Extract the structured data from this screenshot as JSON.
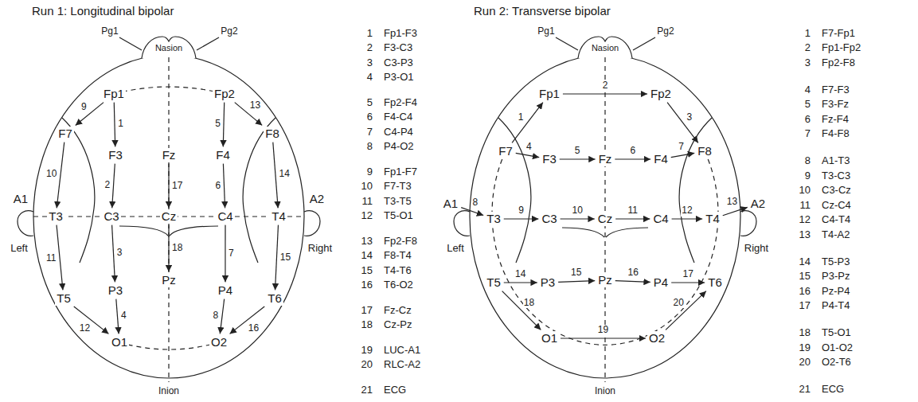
{
  "diagram": {
    "nodes": [
      {
        "text": [
          "Fp1"
        ]
      },
      {
        "text": [
          "Fp2"
        ]
      },
      {
        "text": [
          "F7"
        ]
      },
      {
        "text": [
          "F3"
        ]
      },
      {
        "text": [
          "Fz"
        ]
      },
      {
        "text": [
          "F4"
        ]
      },
      {
        "text": [
          "F8"
        ]
      },
      {
        "text": [
          "A1"
        ]
      },
      {
        "text": [
          "T3"
        ]
      },
      {
        "text": [
          "C3"
        ]
      },
      {
        "text": [
          "Cz"
        ]
      },
      {
        "text": [
          "C4"
        ]
      },
      {
        "text": [
          "T4"
        ]
      },
      {
        "text": [
          "A2"
        ]
      },
      {
        "text": [
          "T5"
        ]
      },
      {
        "text": [
          "P3"
        ]
      },
      {
        "text": [
          "Pz"
        ]
      },
      {
        "text": [
          "P4"
        ]
      },
      {
        "text": [
          "T6"
        ]
      },
      {
        "text": [
          "O1"
        ]
      },
      {
        "text": [
          "O2"
        ]
      },
      {
        "text": [
          "Fp1"
        ]
      },
      {
        "text": [
          "Fp2"
        ]
      },
      {
        "text": [
          "F7"
        ]
      },
      {
        "text": [
          "F3"
        ]
      },
      {
        "text": [
          "Fz"
        ]
      },
      {
        "text": [
          "F4"
        ]
      },
      {
        "text": [
          "F8"
        ]
      },
      {
        "text": [
          "A1"
        ]
      },
      {
        "text": [
          "T3"
        ]
      },
      {
        "text": [
          "C3"
        ]
      },
      {
        "text": [
          "Cz"
        ]
      },
      {
        "text": [
          "C4"
        ]
      },
      {
        "text": [
          "T4"
        ]
      },
      {
        "text": [
          "A2"
        ]
      },
      {
        "text": [
          "T5"
        ]
      },
      {
        "text": [
          "P3"
        ]
      },
      {
        "text": [
          "Pz"
        ]
      },
      {
        "text": [
          "P4"
        ]
      },
      {
        "text": [
          "T6"
        ]
      },
      {
        "text": [
          "O1"
        ]
      },
      {
        "text": [
          "O2"
        ]
      }
    ],
    "edges": [
      {
        "from": 0,
        "to": 3,
        "arrow": "to",
        "label": "1"
      },
      {
        "from": 3,
        "to": 9,
        "arrow": "to",
        "label": "2"
      },
      {
        "from": 9,
        "to": 15,
        "arrow": "to",
        "label": "3"
      },
      {
        "from": 15,
        "to": 19,
        "arrow": "to",
        "label": "4"
      },
      {
        "from": 1,
        "to": 5,
        "arrow": "to",
        "label": "5"
      },
      {
        "from": 5,
        "to": 11,
        "arrow": "to",
        "label": "6"
      },
      {
        "from": 11,
        "to": 17,
        "arrow": "to",
        "label": "7"
      },
      {
        "from": 17,
        "to": 20,
        "arrow": "to",
        "label": "8"
      },
      {
        "from": 0,
        "to": 2,
        "arrow": "to",
        "label": "9"
      },
      {
        "from": 2,
        "to": 8,
        "arrow": "to",
        "label": "10"
      },
      {
        "from": 8,
        "to": 14,
        "arrow": "to",
        "label": "11"
      },
      {
        "from": 14,
        "to": 19,
        "arrow": "to",
        "label": "12"
      },
      {
        "from": 1,
        "to": 6,
        "arrow": "to",
        "label": "13"
      },
      {
        "from": 6,
        "to": 12,
        "arrow": "to",
        "label": "14"
      },
      {
        "from": 12,
        "to": 18,
        "arrow": "to",
        "label": "15"
      },
      {
        "from": 18,
        "to": 20,
        "arrow": "to",
        "label": "16"
      },
      {
        "from": 4,
        "to": 10,
        "arrow": "to",
        "label": "17"
      },
      {
        "from": 10,
        "to": 16,
        "arrow": "to",
        "label": "18"
      },
      {
        "from": 23,
        "to": 21,
        "arrow": "to",
        "label": "1"
      },
      {
        "from": 21,
        "to": 22,
        "arrow": "to",
        "label": "2"
      },
      {
        "from": 22,
        "to": 27,
        "arrow": "to",
        "label": "3"
      },
      {
        "from": 23,
        "to": 24,
        "arrow": "to",
        "label": "4"
      },
      {
        "from": 24,
        "to": 25,
        "arrow": "to",
        "label": "5"
      },
      {
        "from": 25,
        "to": 26,
        "arrow": "to",
        "label": "6"
      },
      {
        "from": 26,
        "to": 27,
        "arrow": "to",
        "label": "7"
      },
      {
        "from": 28,
        "to": 29,
        "arrow": "to",
        "label": "8"
      },
      {
        "from": 29,
        "to": 30,
        "arrow": "to",
        "label": "9"
      },
      {
        "from": 30,
        "to": 31,
        "arrow": "to",
        "label": "10"
      },
      {
        "from": 31,
        "to": 32,
        "arrow": "to",
        "label": "11"
      },
      {
        "from": 32,
        "to": 33,
        "arrow": "to",
        "label": "12"
      },
      {
        "from": 33,
        "to": 34,
        "arrow": "to",
        "label": "13"
      },
      {
        "from": 35,
        "to": 36,
        "arrow": "to",
        "label": "14"
      },
      {
        "from": 36,
        "to": 37,
        "arrow": "to",
        "label": "15"
      },
      {
        "from": 37,
        "to": 38,
        "arrow": "to",
        "label": "16"
      },
      {
        "from": 38,
        "to": 39,
        "arrow": "to",
        "label": "17"
      },
      {
        "from": 35,
        "to": 40,
        "arrow": "to",
        "label": "18"
      },
      {
        "from": 40,
        "to": 41,
        "arrow": "to",
        "label": "19"
      },
      {
        "from": 41,
        "to": 39,
        "arrow": "to",
        "label": "20"
      }
    ],
    "labels": [
      "Run 1: Longitudinal bipolar",
      "Pg1",
      "Pg2",
      "Nasion",
      "Left",
      "Right",
      "Inion",
      "1",
      "Fp1-F3",
      "2",
      "F3-C3",
      "3",
      "C3-P3",
      "4",
      "P3-O1",
      "5",
      "Fp2-F4",
      "6",
      "F4-C4",
      "7",
      "C4-P4",
      "8",
      "P4-O2",
      "9",
      "Fp1-F7",
      "10",
      "F7-T3",
      "11",
      "T3-T5",
      "12",
      "T5-O1",
      "13",
      "Fp2-F8",
      "14",
      "F8-T4",
      "15",
      "T4-T6",
      "16",
      "T6-O2",
      "17",
      "Fz-Cz",
      "18",
      "Cz-Pz",
      "19",
      "LUC-A1",
      "20",
      "RLC-A2",
      "21",
      "ECG",
      "Run 2: Transverse bipolar",
      "Pg1",
      "Pg2",
      "Nasion",
      "Left",
      "Right",
      "Inion",
      "1",
      "F7-Fp1",
      "2",
      "Fp1-Fp2",
      "3",
      "Fp2-F8",
      "4",
      "F7-F3",
      "5",
      "F3-Fz",
      "6",
      "Fz-F4",
      "7",
      "F4-F8",
      "8",
      "A1-T3",
      "9",
      "T3-C3",
      "10",
      "C3-Cz",
      "11",
      "Cz-C4",
      "12",
      "C4-T4",
      "13",
      "T4-A2",
      "14",
      "T5-P3",
      "15",
      "P3-Pz",
      "16",
      "Pz-P4",
      "17",
      "P4-T4",
      "18",
      "T5-O1",
      "19",
      "O1-O2",
      "20",
      "O2-T6",
      "21",
      "ECG"
    ]
  }
}
